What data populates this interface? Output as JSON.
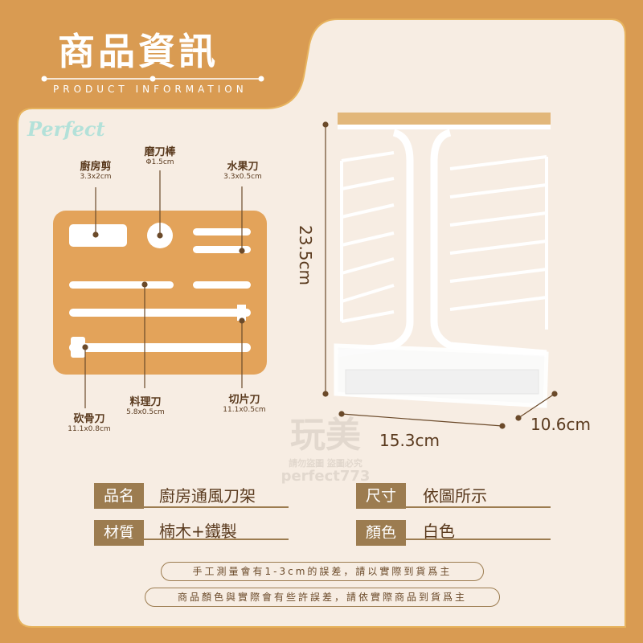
{
  "header": {
    "title": "商品資訊",
    "subtitle": "PRODUCT INFORMATION",
    "logo": "Perfect"
  },
  "knives": [
    {
      "name": "廚房剪",
      "size": "3.3x2cm"
    },
    {
      "name": "磨刀棒",
      "size": "Φ1.5cm"
    },
    {
      "name": "水果刀",
      "size": "3.3x0.5cm"
    },
    {
      "name": "砍骨刀",
      "size": "11.1x0.8cm"
    },
    {
      "name": "料理刀",
      "size": "5.8x0.5cm"
    },
    {
      "name": "切片刀",
      "size": "11.1x0.5cm"
    }
  ],
  "dimensions": {
    "height": "23.5cm",
    "width": "15.3cm",
    "depth": "10.6cm"
  },
  "watermark": {
    "main": "玩美",
    "line": "請勿盜圖 盜圖必究",
    "id": "perfect773"
  },
  "specs": [
    {
      "key": "品名",
      "value": "廚房通風刀架"
    },
    {
      "key": "尺寸",
      "value": "依圖所示"
    },
    {
      "key": "材質",
      "value": "楠木+鐵製"
    },
    {
      "key": "顏色",
      "value": "白色"
    }
  ],
  "notes": [
    "手工測量會有1-3cm的誤差，請以實際到貨爲主",
    "商品顏色與實際會有些許誤差，請依實際商品到貨爲主"
  ],
  "colors": {
    "background": "#D99B52",
    "panel": "#F7EDE3",
    "card": "#E3A35A",
    "label": "#9C7C50",
    "text": "#5A3A1E"
  }
}
